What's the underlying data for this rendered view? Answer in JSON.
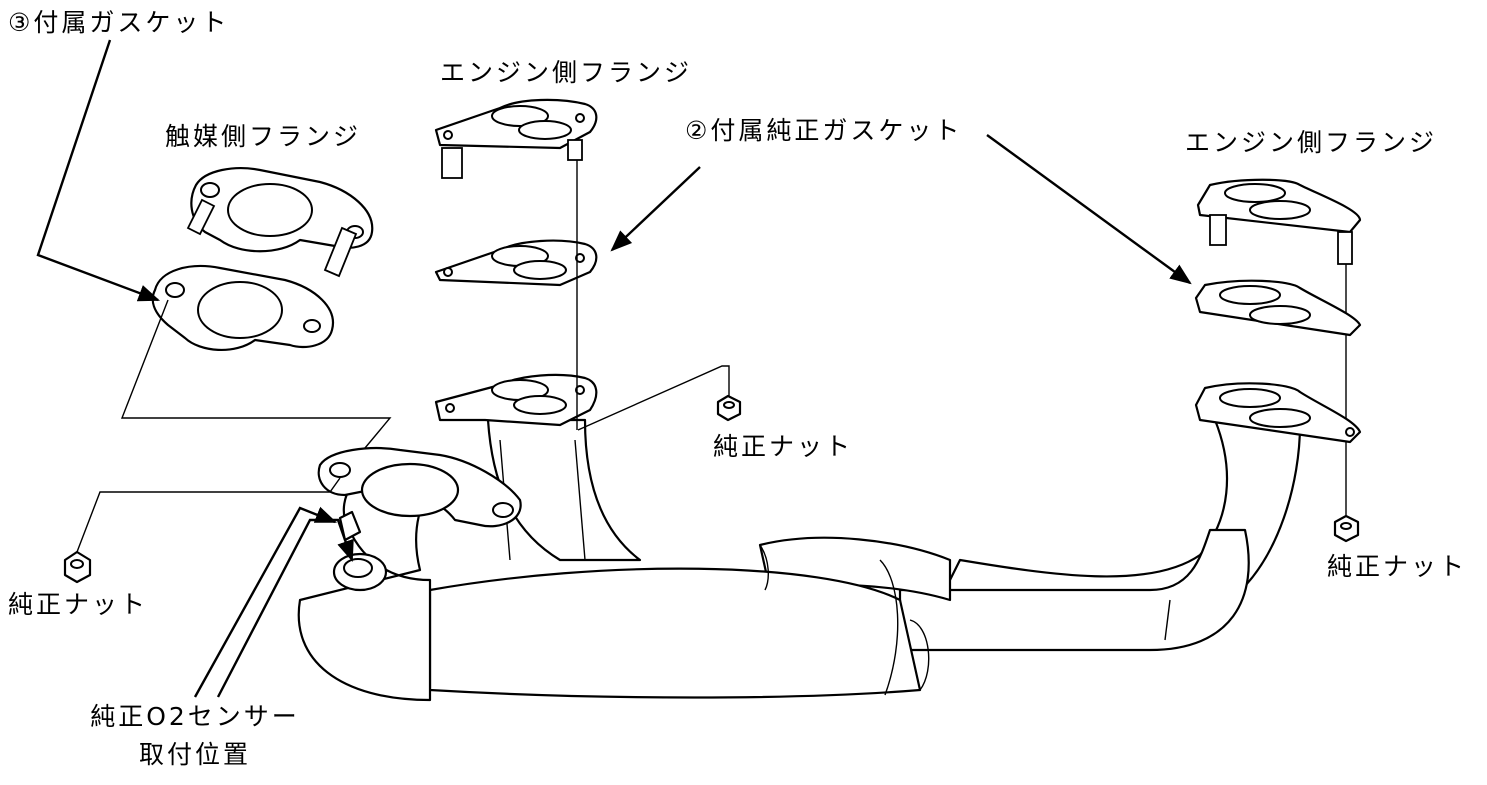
{
  "labels": {
    "supplied_gasket_3": "③付属ガスケット",
    "engine_flange_left": "エンジン側フランジ",
    "catalyst_flange": "触媒側フランジ",
    "supplied_oem_gasket_2": "②付属純正ガスケット",
    "engine_flange_right": "エンジン側フランジ",
    "oem_nut_center": "純正ナット",
    "oem_nut_left": "純正ナット",
    "oem_nut_right": "純正ナット",
    "o2_sensor_line1": "純正O2センサー",
    "o2_sensor_line2": "取付位置"
  },
  "colors": {
    "line": "#000000",
    "background": "#ffffff"
  }
}
